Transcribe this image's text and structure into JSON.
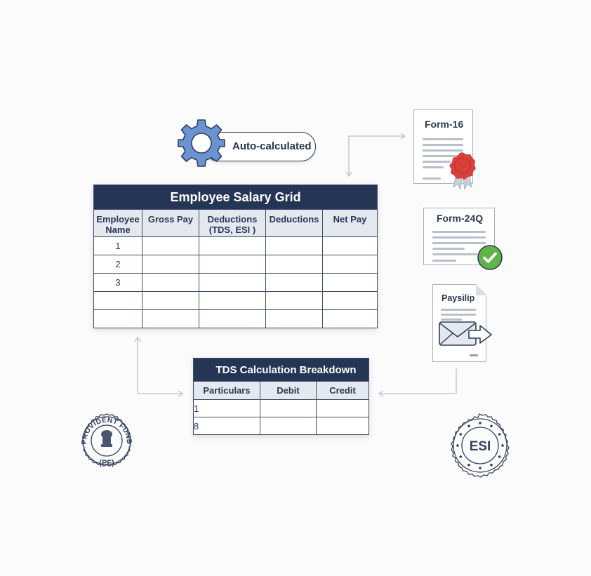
{
  "badge": {
    "icon": "gear-icon",
    "label": "Auto-calculated"
  },
  "salary_grid": {
    "title": "Employee Salary Grid",
    "columns": [
      "Employee Name",
      "Gross Pay",
      "Deductions (TDS, ESI )",
      "Deductions",
      "Net Pay"
    ],
    "rows": [
      [
        "1",
        "",
        "",
        "",
        ""
      ],
      [
        "2",
        "",
        "",
        "",
        ""
      ],
      [
        "3",
        "",
        "",
        "",
        ""
      ],
      [
        "",
        "",
        "",
        "",
        ""
      ],
      [
        "",
        "",
        "",
        "",
        ""
      ]
    ]
  },
  "tds_breakdown": {
    "title": "TDS Calculation Breakdown",
    "columns": [
      "Particulars",
      "Debit",
      "Credit"
    ],
    "rows": [
      [
        "1",
        "",
        ""
      ],
      [
        "8",
        "",
        ""
      ]
    ]
  },
  "documents": {
    "form16": {
      "title": "Form-16",
      "icon": "wax-seal-icon"
    },
    "form24q": {
      "title": "Form-24Q",
      "icon": "checkmark-icon"
    },
    "payslip": {
      "title": "Paysilip",
      "icon": "envelope-send-icon"
    }
  },
  "seals": {
    "pf": {
      "top_text": "PROVIDENT FUND",
      "bottom_text": "(PF)",
      "icon": "emblem-icon"
    },
    "esi": {
      "label": "ESI"
    }
  },
  "colors": {
    "navy": "#243555",
    "header_gray": "#e4e8ef",
    "gear_blue": "#6a93d2",
    "seal_red": "#d9403a",
    "check_green": "#5fb548",
    "connector": "#c3c9d4"
  }
}
